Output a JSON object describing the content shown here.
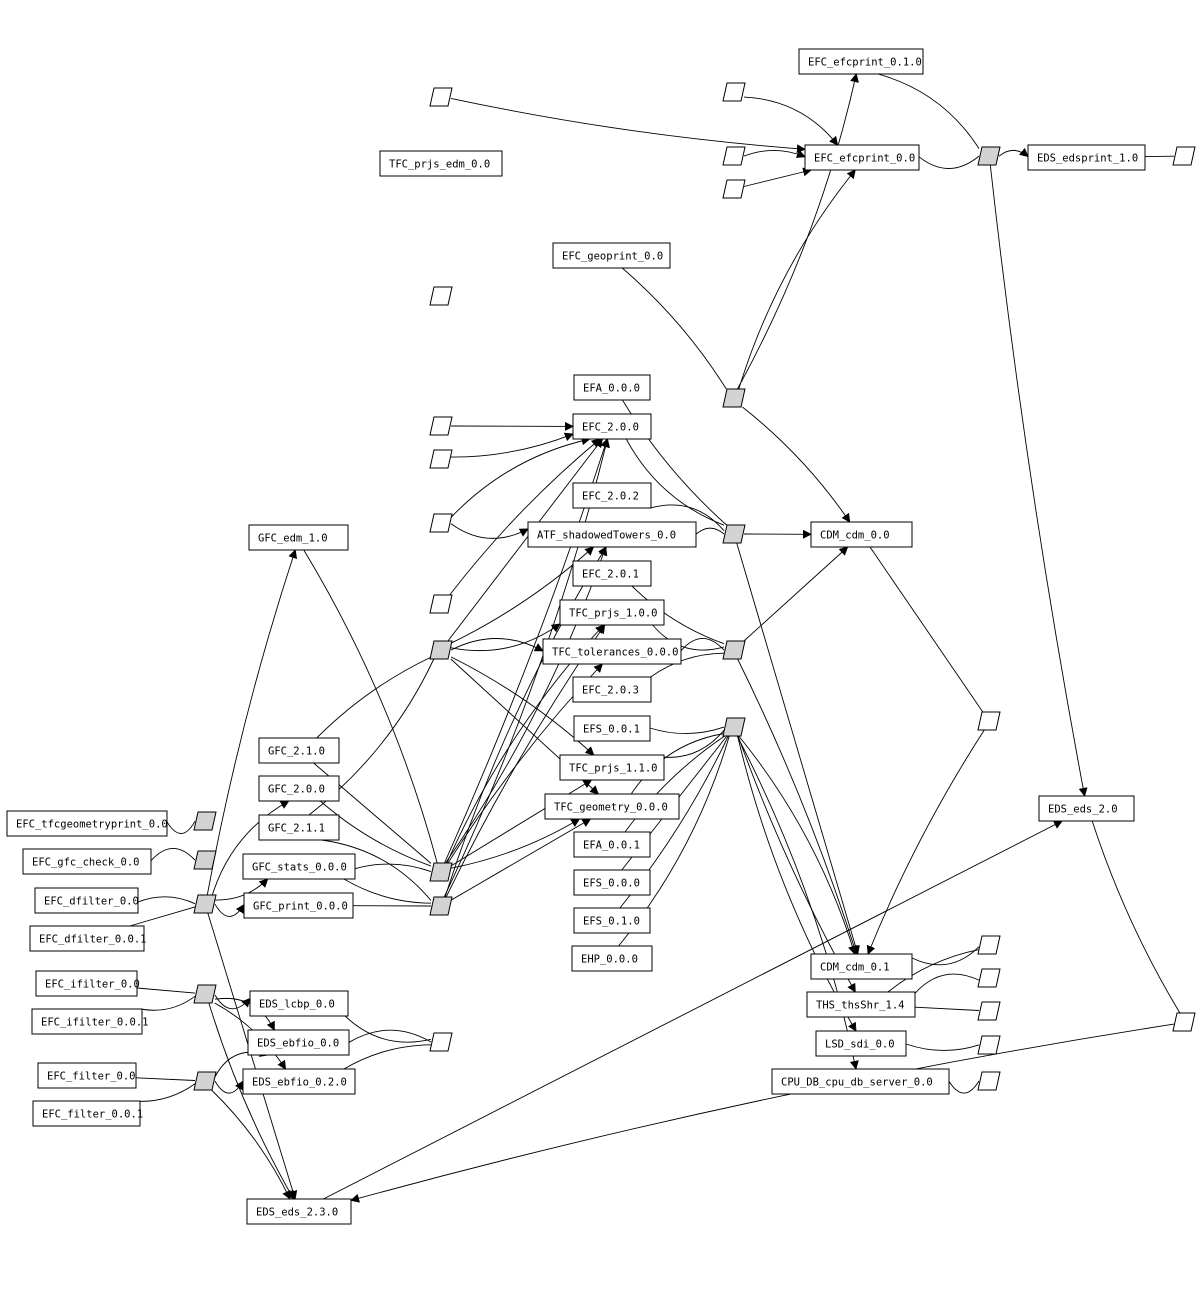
{
  "diagram": {
    "type": "dependency-graph",
    "colors": {
      "junction_fill": "#d3d3d3",
      "node_fill": "#ffffff",
      "stroke": "#000000"
    },
    "nodes": [
      {
        "id": "efcprint_010",
        "label": "EFC_efcprint_0.1.0"
      },
      {
        "id": "efcprint_00",
        "label": "EFC_efcprint_0.0"
      },
      {
        "id": "edsprint_10",
        "label": "EDS_edsprint_1.0"
      },
      {
        "id": "tfc_prjs_edm",
        "label": "TFC_prjs_edm_0.0"
      },
      {
        "id": "geoprint",
        "label": "EFC_geoprint_0.0"
      },
      {
        "id": "efa_000",
        "label": "EFA_0.0.0"
      },
      {
        "id": "efc_200",
        "label": "EFC_2.0.0"
      },
      {
        "id": "efc_202",
        "label": "EFC_2.0.2"
      },
      {
        "id": "atf",
        "label": "ATF_shadowedTowers_0.0"
      },
      {
        "id": "cdm_00",
        "label": "CDM_cdm_0.0"
      },
      {
        "id": "gfc_edm",
        "label": "GFC_edm_1.0"
      },
      {
        "id": "efc_201",
        "label": "EFC_2.0.1"
      },
      {
        "id": "tfc_prjs_100",
        "label": "TFC_prjs_1.0.0"
      },
      {
        "id": "tfc_tol",
        "label": "TFC_tolerances_0.0.0"
      },
      {
        "id": "efc_203",
        "label": "EFC_2.0.3"
      },
      {
        "id": "efs_001",
        "label": "EFS_0.0.1"
      },
      {
        "id": "gfc_210",
        "label": "GFC_2.1.0"
      },
      {
        "id": "tfc_prjs_110",
        "label": "TFC_prjs_1.1.0"
      },
      {
        "id": "gfc_200",
        "label": "GFC_2.0.0"
      },
      {
        "id": "tfc_geom",
        "label": "TFC_geometry_0.0.0"
      },
      {
        "id": "eds_20",
        "label": "EDS_eds_2.0"
      },
      {
        "id": "tfcgeomprint",
        "label": "EFC_tfcgeometryprint_0.0"
      },
      {
        "id": "gfc_211",
        "label": "GFC_2.1.1"
      },
      {
        "id": "gfc_check",
        "label": "EFC_gfc_check_0.0"
      },
      {
        "id": "efa_001",
        "label": "EFA_0.0.1"
      },
      {
        "id": "gfc_stats",
        "label": "GFC_stats_0.0.0"
      },
      {
        "id": "dfilter_00",
        "label": "EFC_dfilter_0.0"
      },
      {
        "id": "efs_000",
        "label": "EFS_0.0.0"
      },
      {
        "id": "gfc_print",
        "label": "GFC_print_0.0.0"
      },
      {
        "id": "dfilter_001",
        "label": "EFC_dfilter_0.0.1"
      },
      {
        "id": "efs_010",
        "label": "EFS_0.1.0"
      },
      {
        "id": "ehp_000",
        "label": "EHP_0.0.0"
      },
      {
        "id": "cdm_01",
        "label": "CDM_cdm_0.1"
      },
      {
        "id": "ifilter_00",
        "label": "EFC_ifilter_0.0"
      },
      {
        "id": "ths",
        "label": "THS_thsShr_1.4"
      },
      {
        "id": "eds_lcbp",
        "label": "EDS_lcbp_0.0"
      },
      {
        "id": "ifilter_001",
        "label": "EFC_ifilter_0.0.1"
      },
      {
        "id": "eds_ebfio_00",
        "label": "EDS_ebfio_0.0"
      },
      {
        "id": "lsd",
        "label": "LSD_sdi_0.0"
      },
      {
        "id": "filter_00",
        "label": "EFC_filter_0.0"
      },
      {
        "id": "eds_ebfio_020",
        "label": "EDS_ebfio_0.2.0"
      },
      {
        "id": "cpu_db",
        "label": "CPU_DB_cpu_db_server_0.0"
      },
      {
        "id": "filter_001",
        "label": "EFC_filter_0.0.1"
      },
      {
        "id": "eds_230",
        "label": "EDS_eds_2.3.0"
      }
    ],
    "junctions": [
      {
        "id": "p1",
        "kind": "white"
      },
      {
        "id": "p2",
        "kind": "white"
      },
      {
        "id": "p3",
        "kind": "white"
      },
      {
        "id": "p4",
        "kind": "white"
      },
      {
        "id": "g1",
        "kind": "gray"
      },
      {
        "id": "p5",
        "kind": "white"
      },
      {
        "id": "p6",
        "kind": "white"
      },
      {
        "id": "g2",
        "kind": "gray"
      },
      {
        "id": "p7",
        "kind": "white"
      },
      {
        "id": "p8",
        "kind": "white"
      },
      {
        "id": "p9",
        "kind": "white"
      },
      {
        "id": "p10",
        "kind": "white"
      },
      {
        "id": "g3",
        "kind": "gray"
      },
      {
        "id": "g4",
        "kind": "gray"
      },
      {
        "id": "g5",
        "kind": "gray"
      },
      {
        "id": "g6",
        "kind": "gray"
      },
      {
        "id": "p11",
        "kind": "white"
      },
      {
        "id": "g7",
        "kind": "gray"
      },
      {
        "id": "g8",
        "kind": "gray"
      },
      {
        "id": "g9",
        "kind": "gray"
      },
      {
        "id": "g10",
        "kind": "gray"
      },
      {
        "id": "g11",
        "kind": "gray"
      },
      {
        "id": "g12",
        "kind": "gray"
      },
      {
        "id": "g13",
        "kind": "gray"
      },
      {
        "id": "p12",
        "kind": "white"
      },
      {
        "id": "p13",
        "kind": "white"
      },
      {
        "id": "p14",
        "kind": "white"
      },
      {
        "id": "p15",
        "kind": "white"
      },
      {
        "id": "p16",
        "kind": "white"
      },
      {
        "id": "p17",
        "kind": "white"
      },
      {
        "id": "p18",
        "kind": "white"
      },
      {
        "id": "p19",
        "kind": "white"
      }
    ],
    "edges": [
      [
        "p2",
        "efcprint_00"
      ],
      [
        "p3",
        "efcprint_00"
      ],
      [
        "p4",
        "efcprint_00"
      ],
      [
        "p1",
        "efcprint_00"
      ],
      [
        "efcprint_00",
        "g2"
      ],
      [
        "efcprint_010",
        "g2"
      ],
      [
        "g2",
        "edsprint_10"
      ],
      [
        "edsprint_10",
        "p5"
      ],
      [
        "g2",
        "eds_20"
      ],
      [
        "g1",
        "efcprint_010"
      ],
      [
        "g1",
        "efcprint_00"
      ],
      [
        "geoprint",
        "g1"
      ],
      [
        "p7",
        "efc_200"
      ],
      [
        "p8",
        "efc_200"
      ],
      [
        "p9",
        "atf"
      ],
      [
        "p9",
        "efc_200"
      ],
      [
        "p10",
        "efc_200"
      ],
      [
        "g3",
        "efc_200"
      ],
      [
        "g3",
        "atf"
      ],
      [
        "g3",
        "tfc_prjs_100"
      ],
      [
        "g3",
        "tfc_tol"
      ],
      [
        "g3",
        "tfc_prjs_110"
      ],
      [
        "g3",
        "tfc_geom"
      ],
      [
        "g5",
        "efc_200"
      ],
      [
        "g5",
        "atf"
      ],
      [
        "g5",
        "tfc_prjs_100"
      ],
      [
        "g5",
        "tfc_tol"
      ],
      [
        "g5",
        "tfc_prjs_110"
      ],
      [
        "g5",
        "tfc_geom"
      ],
      [
        "g6",
        "efc_200"
      ],
      [
        "g6",
        "atf"
      ],
      [
        "g6",
        "tfc_prjs_100"
      ],
      [
        "g6",
        "tfc_geom"
      ],
      [
        "efa_000",
        "g7"
      ],
      [
        "efc_200",
        "g7"
      ],
      [
        "efc_202",
        "g7"
      ],
      [
        "atf",
        "g7"
      ],
      [
        "g7",
        "cdm_00"
      ],
      [
        "efc_201",
        "g8"
      ],
      [
        "tfc_prjs_100",
        "g8"
      ],
      [
        "tfc_tol",
        "g8"
      ],
      [
        "efc_203",
        "g8"
      ],
      [
        "g8",
        "cdm_00"
      ],
      [
        "efs_001",
        "g9"
      ],
      [
        "tfc_prjs_110",
        "g9"
      ],
      [
        "tfc_geom",
        "g9"
      ],
      [
        "efa_001",
        "g9"
      ],
      [
        "efs_000",
        "g9"
      ],
      [
        "efs_010",
        "g9"
      ],
      [
        "ehp_000",
        "g9"
      ],
      [
        "g9",
        "cdm_01"
      ],
      [
        "g8",
        "cdm_01"
      ],
      [
        "g7",
        "cdm_01"
      ],
      [
        "g9",
        "ths"
      ],
      [
        "g9",
        "lsd"
      ],
      [
        "g9",
        "cpu_db"
      ],
      [
        "g1",
        "cdm_00"
      ],
      [
        "cdm_00",
        "p11"
      ],
      [
        "p11",
        "cdm_01"
      ],
      [
        "cdm_01",
        "p12"
      ],
      [
        "ths",
        "p13"
      ],
      [
        "ths",
        "p12"
      ],
      [
        "ths",
        "p14"
      ],
      [
        "lsd",
        "p15"
      ],
      [
        "cpu_db",
        "p16"
      ],
      [
        "gfc_edm",
        "g5"
      ],
      [
        "gfc_210",
        "g3"
      ],
      [
        "gfc_210",
        "g5"
      ],
      [
        "gfc_200",
        "g5"
      ],
      [
        "gfc_211",
        "g3"
      ],
      [
        "gfc_211",
        "g6"
      ],
      [
        "gfc_stats",
        "g5"
      ],
      [
        "gfc_print",
        "g6"
      ],
      [
        "gfc_stats",
        "g6"
      ],
      [
        "tfcgeomprint",
        "g10"
      ],
      [
        "gfc_check",
        "g4"
      ],
      [
        "dfilter_00",
        "g11"
      ],
      [
        "dfilter_001",
        "g11"
      ],
      [
        "g11",
        "gfc_stats"
      ],
      [
        "g11",
        "gfc_print"
      ],
      [
        "g11",
        "gfc_200"
      ],
      [
        "g11",
        "gfc_edm"
      ],
      [
        "ifilter_00",
        "g12"
      ],
      [
        "ifilter_001",
        "g12"
      ],
      [
        "g12",
        "eds_lcbp"
      ],
      [
        "g12",
        "eds_ebfio_00"
      ],
      [
        "g12",
        "eds_ebfio_020"
      ],
      [
        "filter_00",
        "g13"
      ],
      [
        "filter_001",
        "g13"
      ],
      [
        "g13",
        "eds_ebfio_020"
      ],
      [
        "g13",
        "eds_ebfio_00"
      ],
      [
        "g13",
        "eds_230"
      ],
      [
        "g11",
        "eds_230"
      ],
      [
        "g12",
        "eds_230"
      ],
      [
        "eds_lcbp",
        "p17"
      ],
      [
        "eds_ebfio_00",
        "p17"
      ],
      [
        "eds_ebfio_020",
        "p17"
      ],
      [
        "eds_230",
        "eds_20"
      ],
      [
        "eds_20",
        "p18"
      ],
      [
        "p18",
        "eds_230"
      ]
    ]
  }
}
